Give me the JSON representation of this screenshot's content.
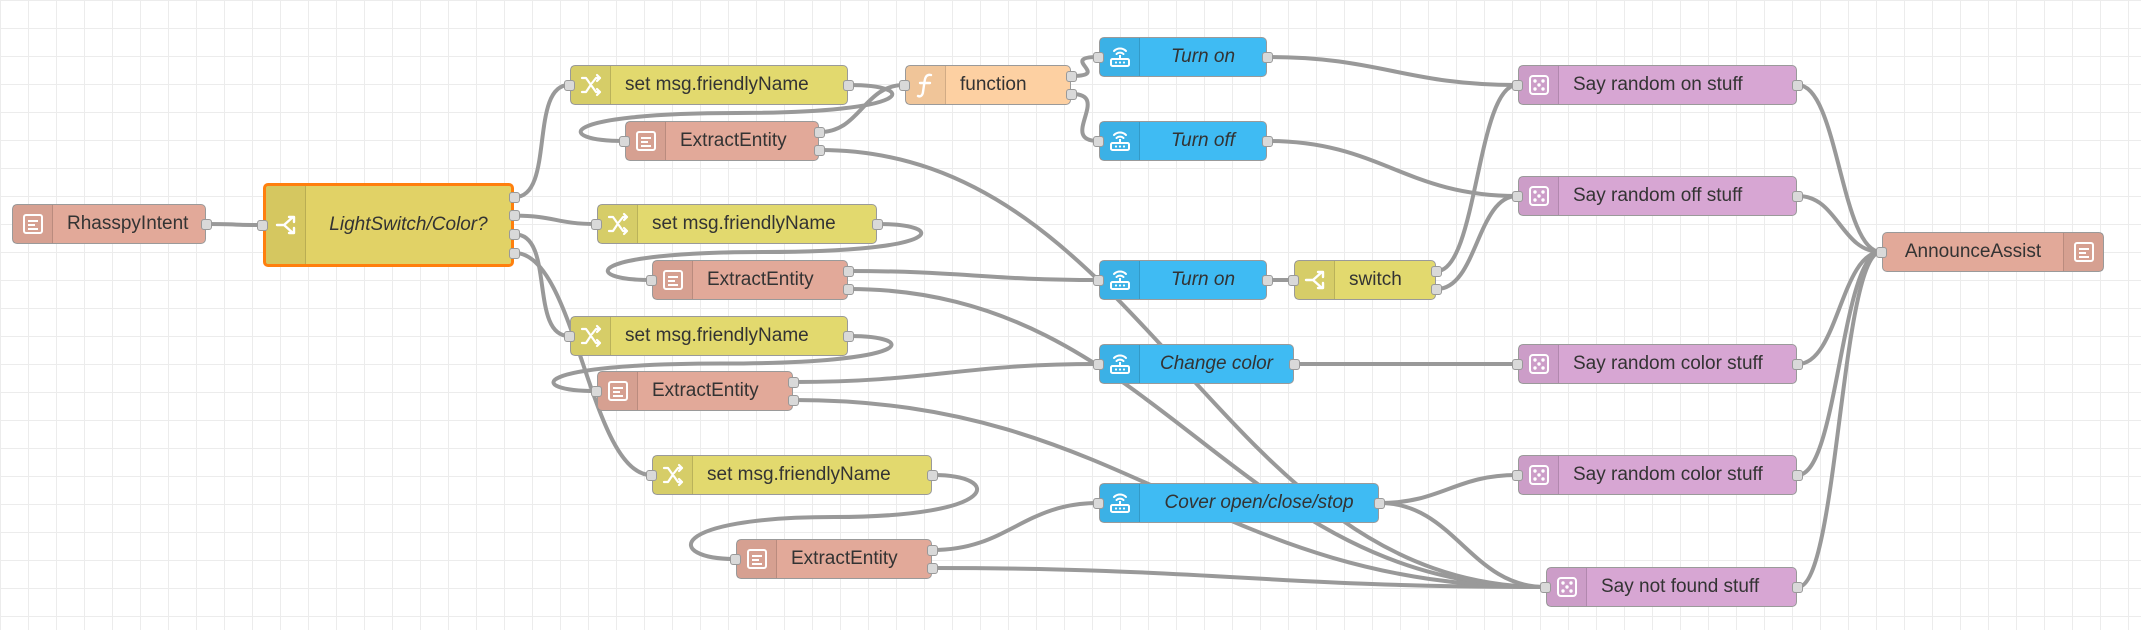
{
  "flow": {
    "nodes": [
      {
        "id": "rhasspy_intent",
        "label": "RhasspyIntent",
        "kind": "event",
        "color": "#e2a999"
      },
      {
        "id": "lightswitch",
        "label": "LightSwitch/Color?",
        "kind": "switch",
        "color": "#e1d266",
        "selected": true
      },
      {
        "id": "set1",
        "label": "set msg.friendlyName",
        "kind": "change",
        "color": "#e2d96e"
      },
      {
        "id": "extract1",
        "label": "ExtractEntity",
        "kind": "entity",
        "color": "#e2a999"
      },
      {
        "id": "function1",
        "label": "function",
        "kind": "function",
        "color": "#fdd0a2"
      },
      {
        "id": "turn_on_1",
        "label": "Turn on",
        "kind": "service",
        "color": "#3fbbf3"
      },
      {
        "id": "turn_off",
        "label": "Turn off",
        "kind": "service",
        "color": "#3fbbf3"
      },
      {
        "id": "set2",
        "label": "set msg.friendlyName",
        "kind": "change",
        "color": "#e2d96e"
      },
      {
        "id": "extract2",
        "label": "ExtractEntity",
        "kind": "entity",
        "color": "#e2a999"
      },
      {
        "id": "turn_on_2",
        "label": "Turn on",
        "kind": "service",
        "color": "#3fbbf3"
      },
      {
        "id": "switch2",
        "label": "switch",
        "kind": "switch",
        "color": "#e2d96e"
      },
      {
        "id": "set3",
        "label": "set msg.friendlyName",
        "kind": "change",
        "color": "#e2d96e"
      },
      {
        "id": "extract3",
        "label": "ExtractEntity",
        "kind": "entity",
        "color": "#e2a999"
      },
      {
        "id": "change_color",
        "label": "Change color",
        "kind": "service",
        "color": "#3fbbf3"
      },
      {
        "id": "set4",
        "label": "set msg.friendlyName",
        "kind": "change",
        "color": "#e2d96e"
      },
      {
        "id": "extract4",
        "label": "ExtractEntity",
        "kind": "entity",
        "color": "#e2a999"
      },
      {
        "id": "cover",
        "label": "Cover open/close/stop",
        "kind": "service",
        "color": "#3fbbf3"
      },
      {
        "id": "say_on",
        "label": "Say random on stuff",
        "kind": "random",
        "color": "#d7a6d3"
      },
      {
        "id": "say_off",
        "label": "Say random off stuff",
        "kind": "random",
        "color": "#d7a6d3"
      },
      {
        "id": "say_color_1",
        "label": "Say random color stuff",
        "kind": "random",
        "color": "#d7a6d3"
      },
      {
        "id": "say_color_2",
        "label": "Say random color stuff",
        "kind": "random",
        "color": "#d7a6d3"
      },
      {
        "id": "say_not_found",
        "label": "Say not found stuff",
        "kind": "random",
        "color": "#d7a6d3"
      },
      {
        "id": "announce",
        "label": "AnnounceAssist",
        "kind": "entity",
        "color": "#e2a999"
      }
    ],
    "links": [
      [
        "rhasspy_intent",
        0,
        "lightswitch"
      ],
      [
        "lightswitch",
        0,
        "set1"
      ],
      [
        "lightswitch",
        1,
        "set2"
      ],
      [
        "lightswitch",
        2,
        "set3"
      ],
      [
        "lightswitch",
        3,
        "set4"
      ],
      [
        "set1",
        0,
        "extract1"
      ],
      [
        "extract1",
        0,
        "function1"
      ],
      [
        "extract1",
        1,
        "say_not_found"
      ],
      [
        "function1",
        0,
        "turn_on_1"
      ],
      [
        "function1",
        1,
        "turn_off"
      ],
      [
        "turn_on_1",
        0,
        "say_on"
      ],
      [
        "turn_off",
        0,
        "say_off"
      ],
      [
        "set2",
        0,
        "extract2"
      ],
      [
        "extract2",
        0,
        "turn_on_2"
      ],
      [
        "extract2",
        1,
        "say_not_found"
      ],
      [
        "turn_on_2",
        0,
        "switch2"
      ],
      [
        "switch2",
        0,
        "say_on"
      ],
      [
        "switch2",
        1,
        "say_off"
      ],
      [
        "set3",
        0,
        "extract3"
      ],
      [
        "extract3",
        0,
        "change_color"
      ],
      [
        "extract3",
        1,
        "say_not_found"
      ],
      [
        "change_color",
        0,
        "say_color_1"
      ],
      [
        "set4",
        0,
        "extract4"
      ],
      [
        "extract4",
        0,
        "cover"
      ],
      [
        "extract4",
        1,
        "say_not_found"
      ],
      [
        "cover",
        0,
        "say_color_2"
      ],
      [
        "cover",
        0,
        "say_not_found"
      ],
      [
        "say_on",
        0,
        "announce"
      ],
      [
        "say_off",
        0,
        "announce"
      ],
      [
        "say_color_1",
        0,
        "announce"
      ],
      [
        "say_color_2",
        0,
        "announce"
      ],
      [
        "say_not_found",
        0,
        "announce"
      ]
    ]
  }
}
